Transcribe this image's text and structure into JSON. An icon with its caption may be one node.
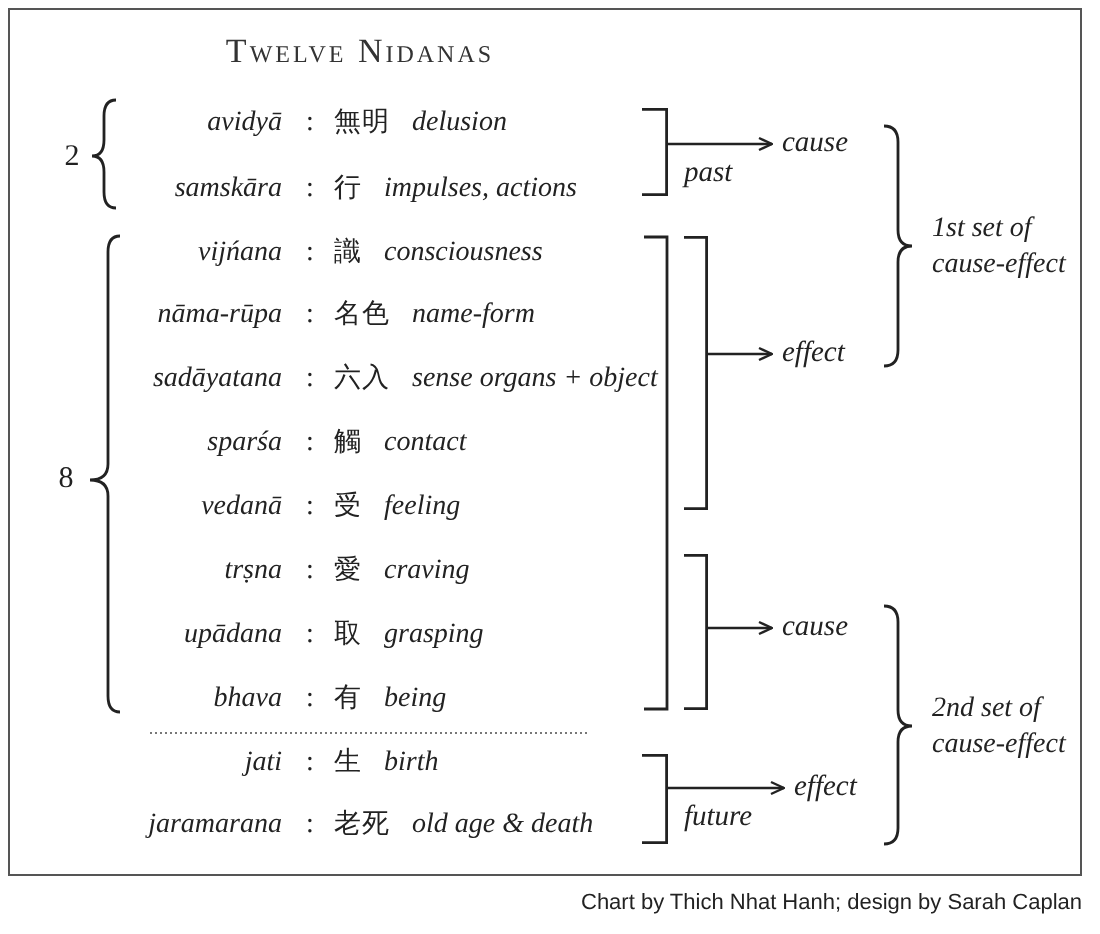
{
  "diagram": {
    "title": "Twelve Nidanas",
    "caption": "Chart by Thich Nhat Hanh; design by Sarah Caplan",
    "nodes": [
      {
        "text": [],
        "shape": "bracket"
      },
      {
        "text": [
          "cause"
        ]
      },
      {
        "text": [],
        "shape": "bracket"
      },
      {
        "text": [
          "effect"
        ]
      },
      {
        "text": [],
        "shape": "bracket"
      },
      {
        "text": [
          "cause"
        ]
      },
      {
        "text": [],
        "shape": "bracket"
      },
      {
        "text": [
          "effect"
        ]
      }
    ],
    "edges": [
      {
        "from": 0,
        "to": 1,
        "arrow": "to",
        "label": "past"
      },
      {
        "from": 2,
        "to": 3,
        "arrow": "to"
      },
      {
        "from": 4,
        "to": 5,
        "arrow": "to"
      },
      {
        "from": 6,
        "to": 7,
        "arrow": "to",
        "label": "future"
      }
    ],
    "labels": [
      "2",
      "avidyā",
      ":",
      "無明",
      "delusion",
      "samskāra",
      ":",
      "行",
      "impulses, actions",
      "8",
      "vijńana",
      ":",
      "識",
      "consciousness",
      "nāma-rūpa",
      ":",
      "名色",
      "name-form",
      "sadāyatana",
      ":",
      "六入",
      "sense organs + object",
      "sparśa",
      ":",
      "觸",
      "contact",
      "vedanā",
      ":",
      "受",
      "feeling",
      "trṣna",
      ":",
      "愛",
      "craving",
      "upādana",
      ":",
      "取",
      "grasping",
      "bhava",
      ":",
      "有",
      "being",
      "jati",
      ":",
      "生",
      "birth",
      "jaramarana",
      ":",
      "老死",
      "old age & death",
      "1st set of cause-effect",
      "2nd set of cause-effect"
    ]
  }
}
